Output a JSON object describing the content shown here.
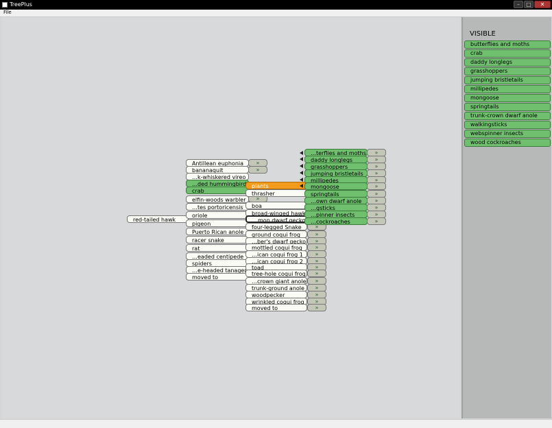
{
  "window": {
    "title": "TreePlus",
    "menu": [
      "File"
    ]
  },
  "icons": {
    "expand": "double-chevron-down-icon",
    "minimize": "minimize-icon",
    "maximize": "maximize-icon",
    "close": "close-icon"
  },
  "colors": {
    "visible_node": "#6fbf6f",
    "focus_node": "#f29b1c",
    "plain_node": "#fbfbf6"
  },
  "sidebar": {
    "heading": "VISIBLE",
    "items": [
      "butterflies and moths",
      "crab",
      "daddy longlegs",
      "grasshoppers",
      "jumping bristletails",
      "millipedes",
      "mongoose",
      "springtails",
      "trunk-crown dwarf anole",
      "walkingsticks",
      "webspinner insects",
      "wood cockroaches"
    ]
  },
  "tree": {
    "root": "red-tailed hawk",
    "predators_col": [
      "Antillean euphonia",
      "bananaquit",
      "…k-whiskered vireo",
      "…ded hummingbird",
      "crab",
      "elfin-woods warbler",
      "…tes portoricensis",
      "oriole",
      "pigeon",
      "Puerto Rican anole",
      "racer snake",
      "rat",
      "…eaded centipede",
      "spiders",
      "…e-headed tanager",
      "moved to"
    ],
    "middle_col": [
      "plants",
      "thrasher",
      "boa",
      "broad-winged hawk",
      "…mon dwarf gecko",
      "four-legged Snake",
      "ground coqui frog",
      "…ber's dwarf gecko",
      "mottled coqui frog",
      "…ican coqui frog 1",
      "…ican coqui frog 2",
      "toad",
      "tree-hole coqui frog",
      "…crown giant anole",
      "trunk-ground anole",
      "woodpecker",
      "wrinkled coqui frog",
      "moved to"
    ],
    "right_col": [
      "…terflies and moths",
      "daddy longlegs",
      "grasshoppers",
      "jumping bristletails",
      "millipedes",
      "mongoose",
      "springtails",
      "…own dwarf anole",
      "…gsticks",
      "…pinner insects",
      "…cockroaches"
    ],
    "expand_glyph": "»"
  }
}
